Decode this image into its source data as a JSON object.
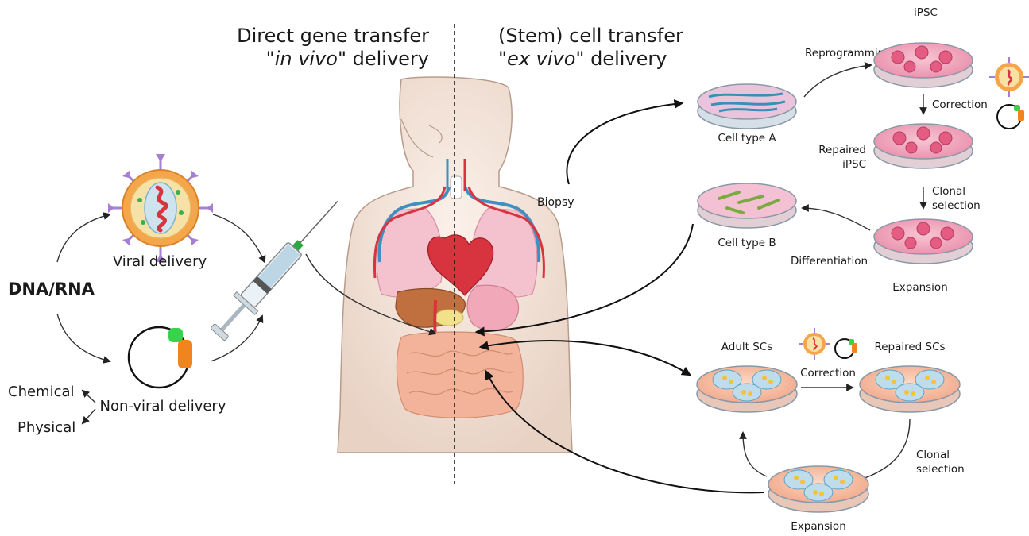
{
  "headings": {
    "left_line1": "Direct gene transfer",
    "left_line2_pre": "\"",
    "left_line2_italic": "in vivo",
    "left_line2_post": "\" delivery",
    "right_line1": "(Stem) cell transfer",
    "right_line2_pre": "\"",
    "right_line2_italic": "ex vivo",
    "right_line2_post": "\" delivery"
  },
  "left": {
    "dna_rna": "DNA/RNA",
    "viral_delivery": "Viral delivery",
    "nonviral_delivery": "Non-viral delivery",
    "chemical": "Chemical",
    "physical": "Physical"
  },
  "center": {
    "biopsy": "Biopsy"
  },
  "ipsc_path": {
    "ipsc": "iPSC",
    "reprogramming": "Reprogramming",
    "cell_type_a": "Cell type A",
    "correction": "Correction",
    "repaired_line1": "Repaired",
    "repaired_line2": "iPSC",
    "clonal_line1": "Clonal",
    "clonal_line2": "selection",
    "cell_type_b": "Cell type B",
    "differentiation": "Differentiation",
    "expansion": "Expansion"
  },
  "sc_path": {
    "adult_scs": "Adult SCs",
    "repaired_scs": "Repaired SCs",
    "correction": "Correction",
    "clonal_line1": "Clonal",
    "clonal_line2": "selection",
    "expansion": "Expansion"
  },
  "colors": {
    "dish_pink": "#f2a8bf",
    "dish_peach": "#f6c2a8",
    "virus_orange": "#f5a64a",
    "virus_spike": "#a57fd1",
    "plasmid_green": "#36d44a",
    "plasmid_orange": "#f0851f",
    "cell_blue": "#4aa3c8",
    "fibro_green": "#7bab3f",
    "heart_red": "#d8343f",
    "liver_brown": "#c0703f",
    "intestine": "#f3b39a",
    "lung_pink": "#f5c4d0"
  }
}
